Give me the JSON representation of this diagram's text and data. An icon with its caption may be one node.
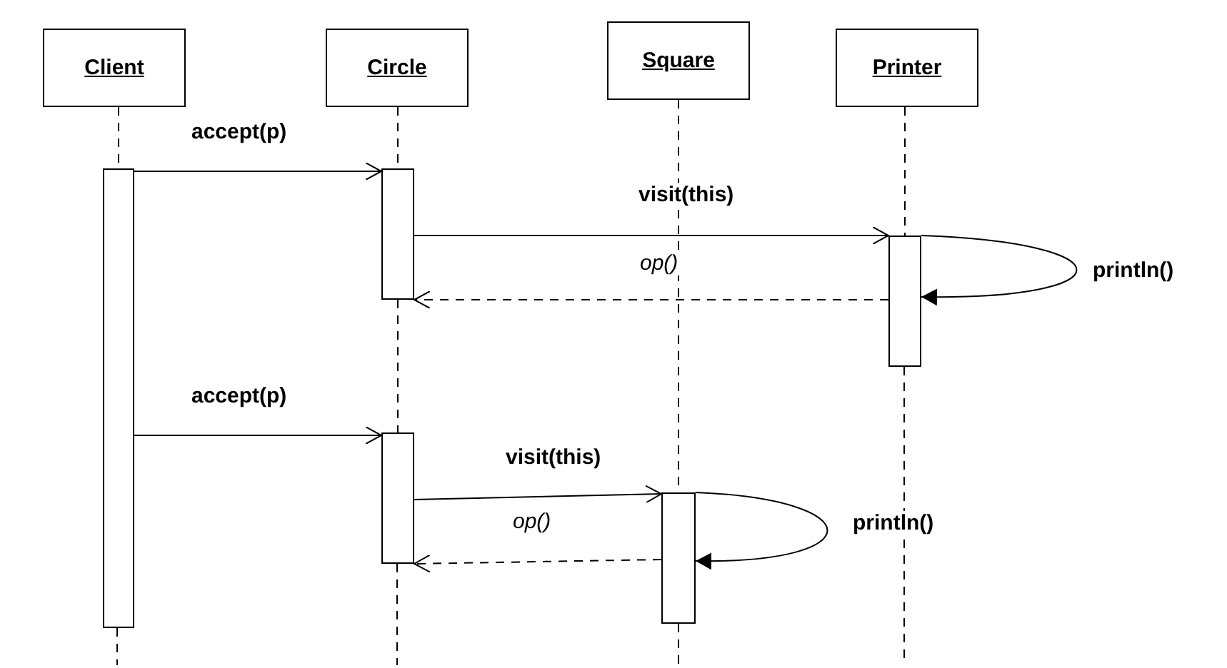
{
  "diagram": {
    "nodes": [
      {
        "text": [
          "Client"
        ]
      },
      {
        "text": [
          "Circle"
        ]
      },
      {
        "text": [
          "Square"
        ]
      },
      {
        "text": [
          "Printer"
        ]
      },
      {
        "text": [],
        "shape": "bar"
      },
      {
        "text": [],
        "shape": "bar"
      },
      {
        "text": [],
        "shape": "bar"
      },
      {
        "text": [],
        "shape": "bar"
      },
      {
        "text": [],
        "shape": "bar"
      }
    ],
    "edges": [
      {
        "from": 0,
        "to": 4,
        "arrow": "none",
        "style": "dashed"
      },
      {
        "from": 1,
        "to": 5,
        "arrow": "none",
        "style": "dashed"
      },
      {
        "from": 2,
        "to": 8,
        "arrow": "none",
        "style": "dashed"
      },
      {
        "from": 3,
        "to": 6,
        "arrow": "none",
        "style": "dashed"
      },
      {
        "from": 5,
        "to": 7,
        "arrow": "none",
        "style": "dashed"
      },
      {
        "from": 4,
        "to": 5,
        "arrow": "to",
        "label": "accept(p)"
      },
      {
        "from": 5,
        "to": 6,
        "arrow": "to",
        "label": "visit(this)"
      },
      {
        "from": 6,
        "to": 5,
        "arrow": "to",
        "label": "op()",
        "style": "dashed"
      },
      {
        "from": 6,
        "to": 6,
        "arrow": "to",
        "label": "println()"
      },
      {
        "from": 4,
        "to": 7,
        "arrow": "to",
        "label": "accept(p)"
      },
      {
        "from": 7,
        "to": 8,
        "arrow": "to",
        "label": "visit(this)"
      },
      {
        "from": 8,
        "to": 7,
        "arrow": "to",
        "label": "op()",
        "style": "dashed"
      },
      {
        "from": 8,
        "to": 8,
        "arrow": "to",
        "label": "println()"
      }
    ]
  }
}
